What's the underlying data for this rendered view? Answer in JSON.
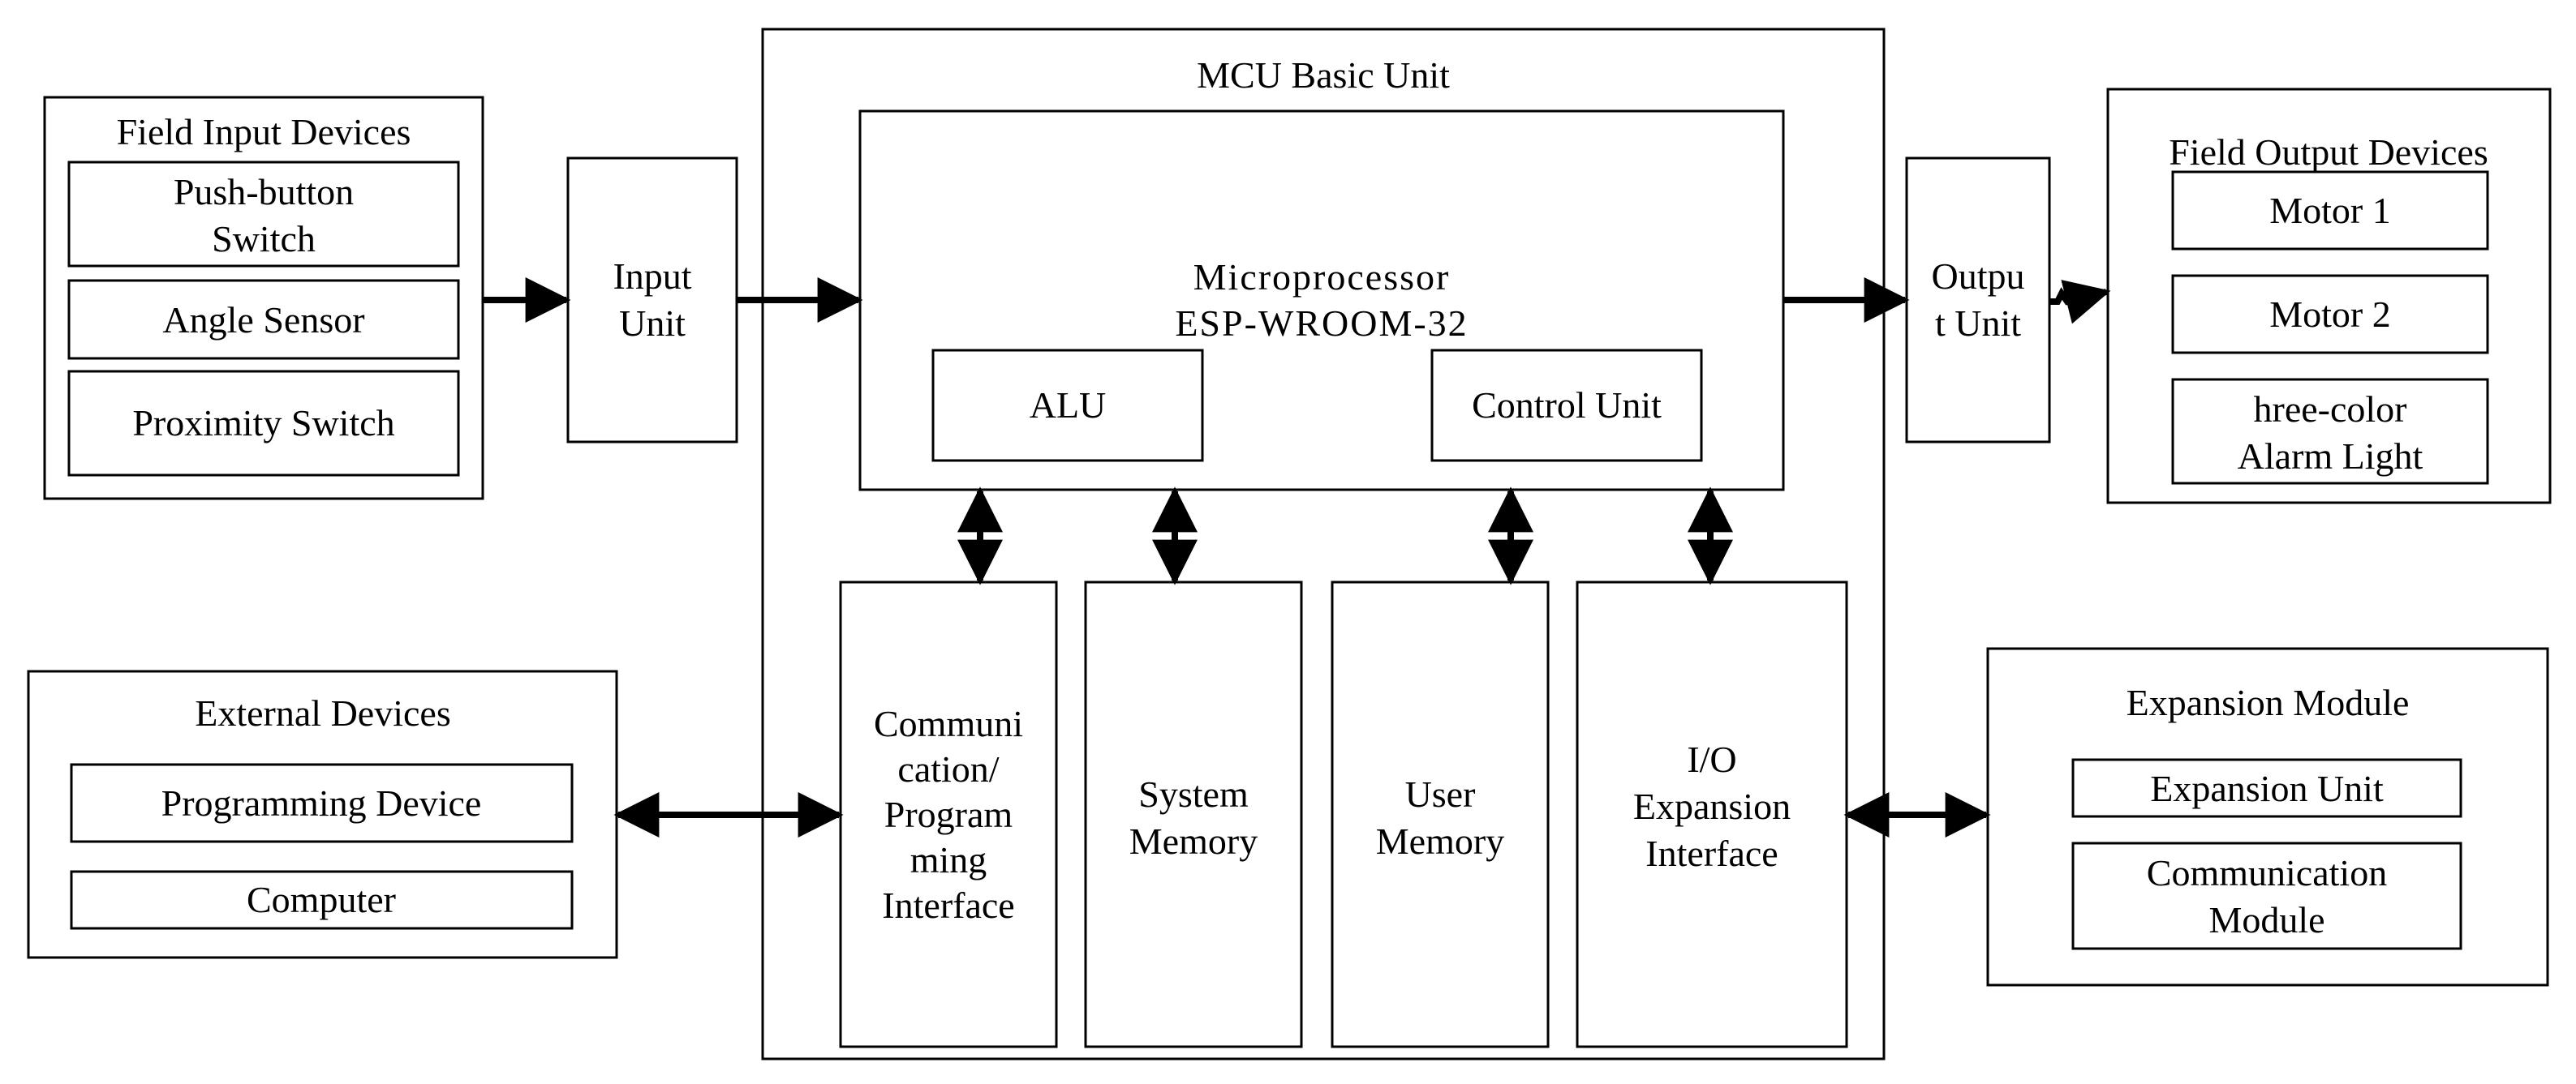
{
  "field_input": {
    "title": "Field Input Devices",
    "items": [
      {
        "lines": [
          "Push-button",
          "Switch"
        ]
      },
      {
        "lines": [
          "Angle Sensor"
        ]
      },
      {
        "lines": [
          "Proximity Switch"
        ]
      }
    ]
  },
  "input_unit": {
    "lines": [
      "Input",
      "Unit"
    ]
  },
  "mcu": {
    "title": "MCU Basic Unit",
    "microprocessor": {
      "lines": [
        "Microprocessor",
        "ESP-WROOM-32"
      ]
    },
    "alu": "ALU",
    "control_unit": "Control Unit",
    "blocks": [
      {
        "lines": [
          "Communi",
          "cation/",
          "Program",
          "ming",
          "Interface"
        ]
      },
      {
        "lines": [
          "System",
          "Memory"
        ]
      },
      {
        "lines": [
          "User",
          "Memory"
        ]
      },
      {
        "lines": [
          "I/O",
          "Expansion",
          "Interface"
        ]
      }
    ]
  },
  "output_unit": {
    "lines": [
      "Outpu",
      "t Unit"
    ]
  },
  "field_output": {
    "title": "Field Output Devices",
    "items": [
      {
        "lines": [
          "Motor 1"
        ]
      },
      {
        "lines": [
          "Motor 2"
        ]
      },
      {
        "lines": [
          "hree-color",
          "Alarm Light"
        ]
      }
    ]
  },
  "external": {
    "title": "External Devices",
    "items": [
      "Programming Device",
      "Computer"
    ]
  },
  "expansion": {
    "title": "Expansion Module",
    "items": [
      {
        "lines": [
          "Expansion Unit"
        ]
      },
      {
        "lines": [
          "Communication",
          "Module"
        ]
      }
    ]
  }
}
